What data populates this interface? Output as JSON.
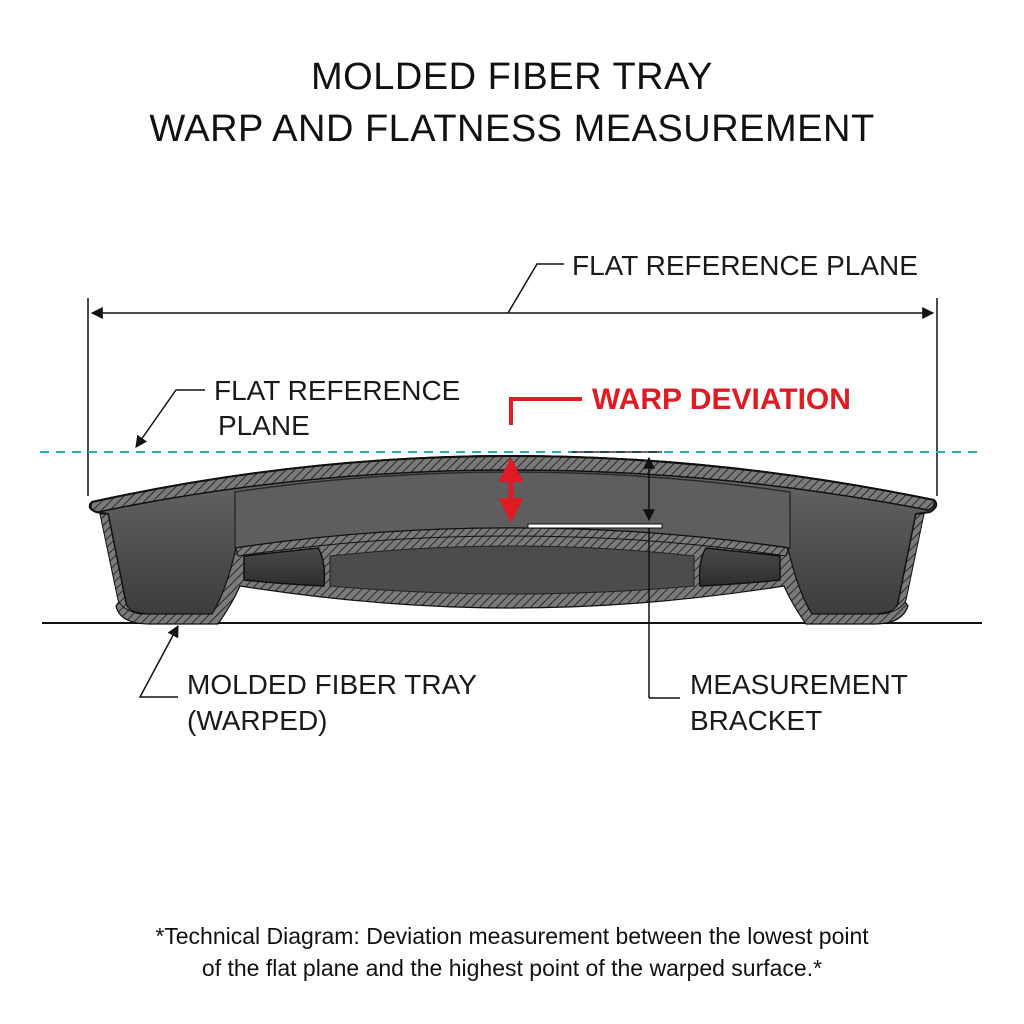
{
  "title": {
    "line1": "MOLDED FIBER TRAY",
    "line2": "WARP AND FLATNESS MEASUREMENT"
  },
  "labels": {
    "top_reference": "FLAT REFERENCE PLANE",
    "left_reference_line1": "FLAT REFERENCE",
    "left_reference_line2": "PLANE",
    "warp_deviation": "WARP DEVIATION",
    "tray_line1": "MOLDED FIBER TRAY",
    "tray_line2": "(WARPED)",
    "bracket_line1": "MEASUREMENT",
    "bracket_line2": "BRACKET"
  },
  "caption": {
    "line1": "*Technical Diagram: Deviation measurement between the lowest point",
    "line2": "of the flat plane and the highest point of the warped surface.*"
  },
  "colors": {
    "reference_plane": "#2aa9c4",
    "warp_arrow": "#e01b24",
    "tray_dark": "#3c3c3c",
    "tray_face": "#5a5a5a",
    "outline": "#111111"
  }
}
